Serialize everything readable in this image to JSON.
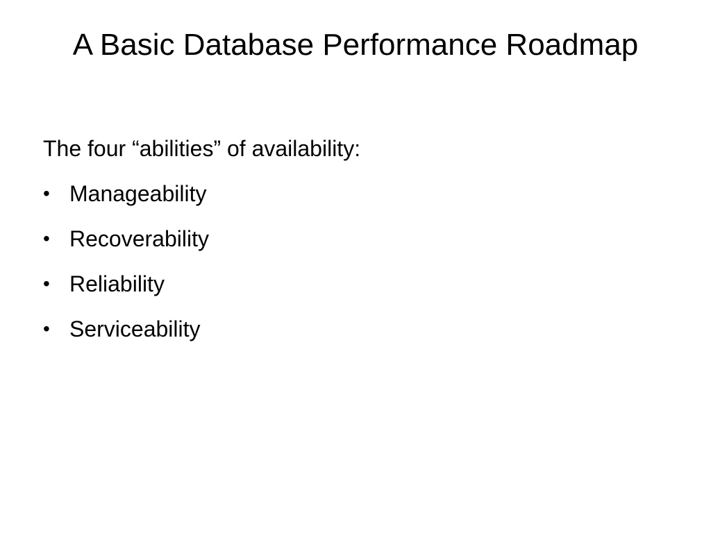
{
  "slide": {
    "title": "A Basic Database Performance Roadmap",
    "intro": "The four “abilities” of availability:",
    "bullet_glyph": "•",
    "bullets": [
      "Manageability",
      "Recoverability",
      "Reliability",
      "Serviceability"
    ]
  }
}
